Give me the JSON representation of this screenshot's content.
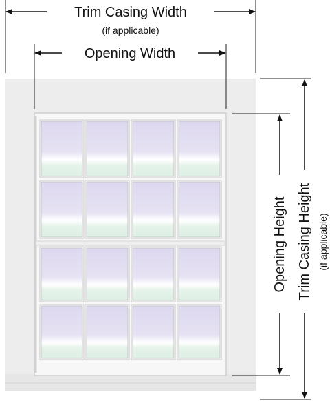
{
  "labels": {
    "trim_casing_width": "Trim Casing Width",
    "trim_casing_width_note": "(if applicable)",
    "opening_width": "Opening Width",
    "opening_height": "Opening Height",
    "trim_casing_height": "Trim Casing Height",
    "trim_casing_height_note": "(if applicable)"
  },
  "window": {
    "pane_grid": {
      "upper_sash": {
        "rows": 2,
        "cols": 4
      },
      "lower_sash": {
        "rows": 2,
        "cols": 4
      }
    }
  },
  "colors": {
    "trim": "#eaebea",
    "frame": "#f6f6f6",
    "glass_top": "#ddd8ef",
    "glass_mid": "#ffffff",
    "glass_bottom": "#dcefe4",
    "line": "#222222"
  }
}
